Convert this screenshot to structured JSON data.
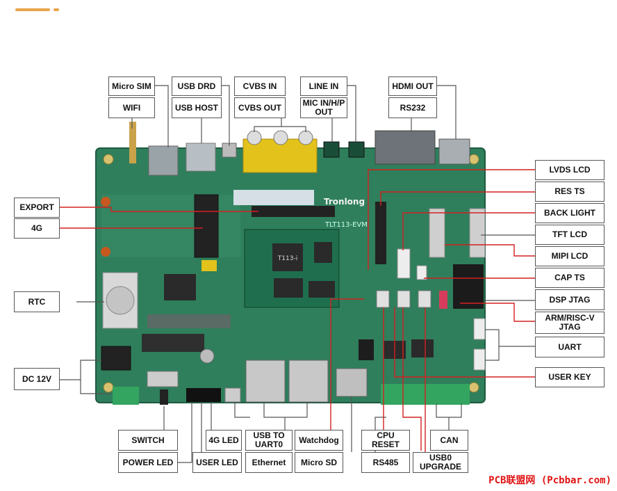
{
  "labels": {
    "micro_sim": "Micro SIM",
    "wifi": "WIFI",
    "usb_drd": "USB DRD",
    "usb_host": "USB HOST",
    "cvbs_in": "CVBS IN",
    "cvbs_out": "CVBS OUT",
    "line_in": "LINE IN",
    "mic_in": "MIC IN/H/P\nOUT",
    "hdmi_out": "HDMI OUT",
    "rs232": "RS232",
    "export": "EXPORT",
    "g4": "4G",
    "rtc": "RTC",
    "dc12v": "DC 12V",
    "lvds_lcd": "LVDS LCD",
    "res_ts": "RES TS",
    "back_light": "BACK LIGHT",
    "tft_lcd": "TFT LCD",
    "mipi_lcd": "MIPI LCD",
    "cap_ts": "CAP TS",
    "dsp_jtag": "DSP JTAG",
    "arm_jtag": "ARM/RISC-V\nJTAG",
    "uart": "UART",
    "user_key": "USER KEY",
    "switch": "SWITCH",
    "power_led": "POWER LED",
    "g4_led": "4G LED",
    "user_led": "USER LED",
    "usb_uart0": "USB TO\nUART0",
    "ethernet": "Ethernet",
    "watchdog": "Watchdog",
    "micro_sd": "Micro SD",
    "cpu_reset": "CPU\nRESET",
    "rs485": "RS485",
    "can": "CAN",
    "usb0_upgrade": "USB0\nUPGRADE"
  },
  "board": {
    "brand": "Tronlong",
    "model": "TLT113-EVM",
    "cpu": "T113-i"
  },
  "watermark": "PCB联盟网 (Pcbbar.com)",
  "colors": {
    "pcb": "#2f7f5c",
    "accent": "#e8a44a",
    "leader_red": "#d42020",
    "leader_gray": "#555555"
  }
}
